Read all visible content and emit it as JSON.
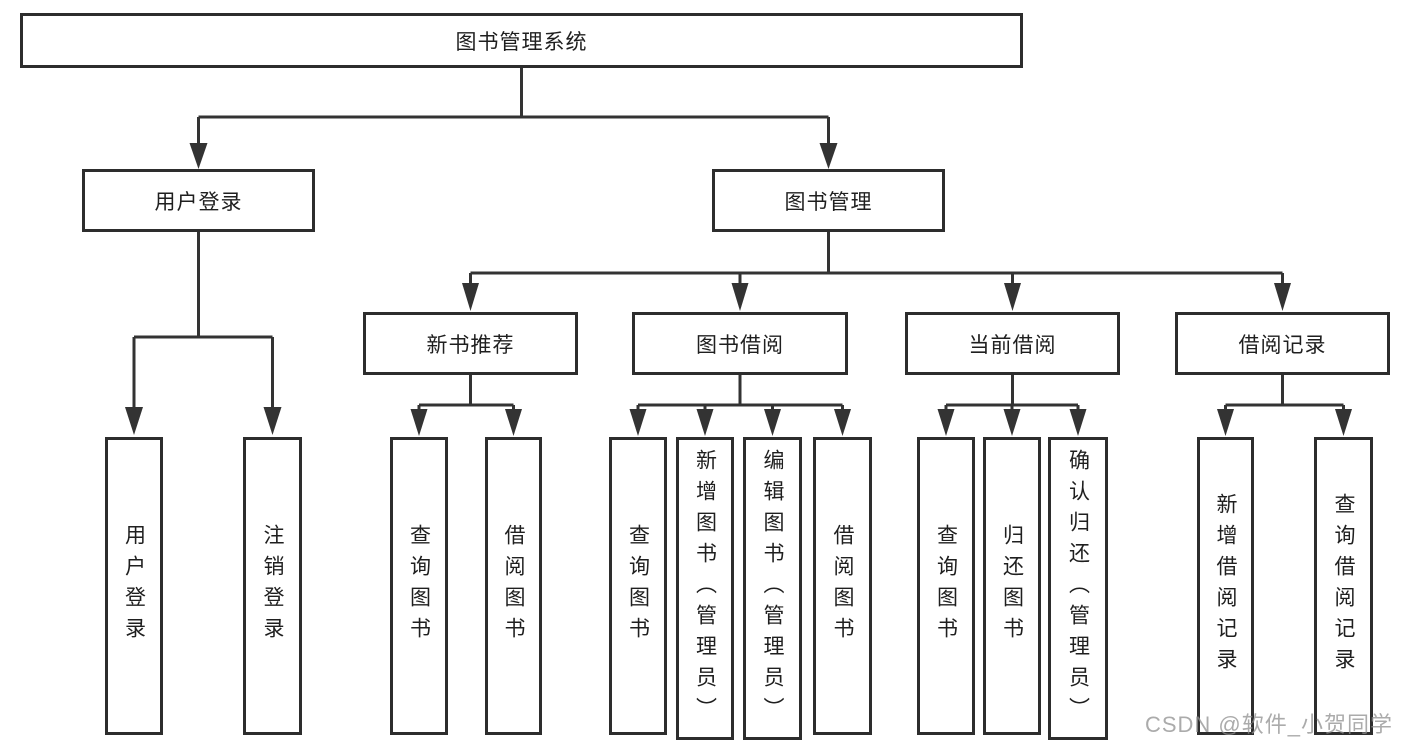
{
  "diagram_title": "图书管理系统",
  "nodes": {
    "root": "图书管理系统",
    "user_login": "用户登录",
    "book_mgmt": "图书管理",
    "new_book_rec": "新书推荐",
    "book_borrow": "图书借阅",
    "current_borrow": "当前借阅",
    "borrow_records": "借阅记录",
    "user_login_leaf": "用户登录",
    "logout_leaf": "注销登录",
    "nb_query_books": "查询图书",
    "nb_borrow_books": "借阅图书",
    "bb_query_books": "查询图书",
    "bb_add_books": "新增图书（管理员）",
    "bb_edit_books": "编辑图书（管理员）",
    "bb_borrow_books": "借阅图书",
    "cb_query_books": "查询图书",
    "cb_return_books": "归还图书",
    "cb_confirm_return": "确认归还（管理员）",
    "br_add_record": "新增借阅记录",
    "br_query_record": "查询借阅记录"
  },
  "watermark": "CSDN @软件_小贺同学",
  "colors": {
    "line": "#333333",
    "box_border": "#2d2d2d",
    "text": "#1f1f1f",
    "watermark": "#8f8f8f",
    "background": "#ffffff"
  }
}
